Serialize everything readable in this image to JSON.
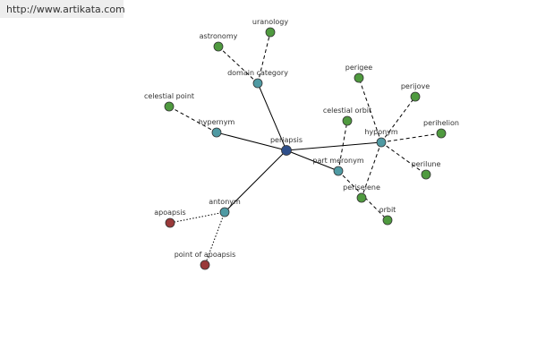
{
  "header": {
    "url": "http://www.artikata.com"
  },
  "colors": {
    "center": "#2e4f8a",
    "relation": "#4f9aa3",
    "leaf_green": "#4f9a3f",
    "leaf_red": "#9a3a3a",
    "edge": "#000000"
  },
  "graph": {
    "nodes": [
      {
        "id": "periapsis",
        "label": "periapsis",
        "kind": "center"
      },
      {
        "id": "domain_category",
        "label": "domain category",
        "kind": "relation"
      },
      {
        "id": "hypernym",
        "label": "hypernym",
        "kind": "relation"
      },
      {
        "id": "hyponym",
        "label": "hyponym",
        "kind": "relation"
      },
      {
        "id": "part_meronym",
        "label": "part meronym",
        "kind": "relation"
      },
      {
        "id": "antonym",
        "label": "antonym",
        "kind": "relation"
      },
      {
        "id": "astronomy",
        "label": "astronomy",
        "kind": "leaf_green"
      },
      {
        "id": "uranology",
        "label": "uranology",
        "kind": "leaf_green"
      },
      {
        "id": "celestial_point",
        "label": "celestial point",
        "kind": "leaf_green"
      },
      {
        "id": "perigee",
        "label": "perigee",
        "kind": "leaf_green"
      },
      {
        "id": "perijove",
        "label": "perijove",
        "kind": "leaf_green"
      },
      {
        "id": "perihelion",
        "label": "perihelion",
        "kind": "leaf_green"
      },
      {
        "id": "perilune",
        "label": "perilune",
        "kind": "leaf_green"
      },
      {
        "id": "periselene",
        "label": "periselene",
        "kind": "leaf_green"
      },
      {
        "id": "celestial_orbit",
        "label": "celestial orbit",
        "kind": "leaf_green"
      },
      {
        "id": "orbit",
        "label": "orbit",
        "kind": "leaf_green"
      },
      {
        "id": "apoapsis",
        "label": "apoapsis",
        "kind": "leaf_red"
      },
      {
        "id": "point_of_apoapsis",
        "label": "point of apoapsis",
        "kind": "leaf_red"
      }
    ],
    "edges": [
      {
        "from": "periapsis",
        "to": "domain_category",
        "style": "solid"
      },
      {
        "from": "periapsis",
        "to": "hypernym",
        "style": "solid"
      },
      {
        "from": "periapsis",
        "to": "hyponym",
        "style": "solid"
      },
      {
        "from": "periapsis",
        "to": "part_meronym",
        "style": "solid"
      },
      {
        "from": "periapsis",
        "to": "antonym",
        "style": "solid"
      },
      {
        "from": "domain_category",
        "to": "astronomy",
        "style": "dashed"
      },
      {
        "from": "domain_category",
        "to": "uranology",
        "style": "dashed"
      },
      {
        "from": "hypernym",
        "to": "celestial_point",
        "style": "dashed"
      },
      {
        "from": "hyponym",
        "to": "perigee",
        "style": "dashed"
      },
      {
        "from": "hyponym",
        "to": "perijove",
        "style": "dashed"
      },
      {
        "from": "hyponym",
        "to": "perihelion",
        "style": "dashed"
      },
      {
        "from": "hyponym",
        "to": "perilune",
        "style": "dashed"
      },
      {
        "from": "hyponym",
        "to": "periselene",
        "style": "dashed"
      },
      {
        "from": "part_meronym",
        "to": "celestial_orbit",
        "style": "dashed"
      },
      {
        "from": "part_meronym",
        "to": "orbit",
        "style": "dashed"
      },
      {
        "from": "antonym",
        "to": "apoapsis",
        "style": "dotted"
      },
      {
        "from": "antonym",
        "to": "point_of_apoapsis",
        "style": "dotted"
      }
    ]
  }
}
